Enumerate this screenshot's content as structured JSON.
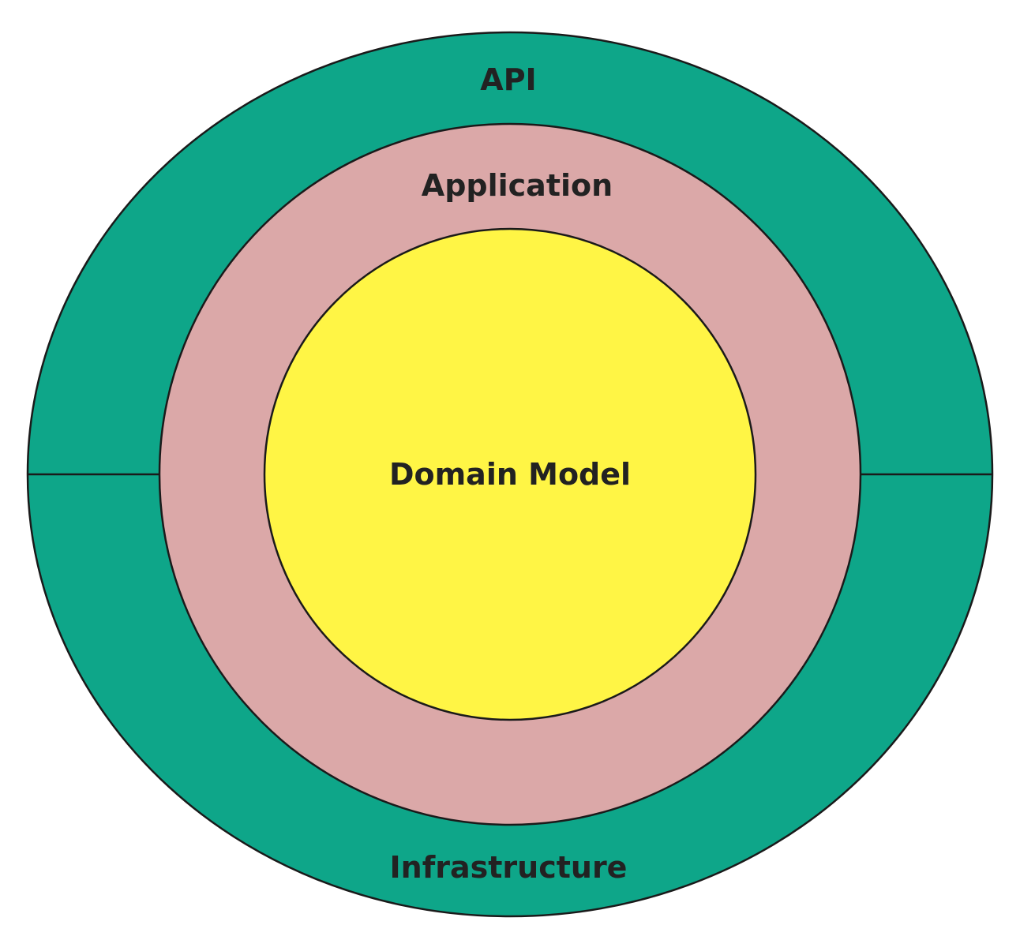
{
  "colors": {
    "outer_ring": "#0EA689",
    "middle_ring": "#DBA8A8",
    "inner_circle": "#FFF545",
    "stroke": "#1A1A1A",
    "label": "#222222"
  },
  "layers": {
    "outer_top": {
      "label": "API"
    },
    "outer_bottom": {
      "label": "Infrastructure"
    },
    "middle": {
      "label": "Application"
    },
    "core": {
      "label": "Domain Model"
    }
  }
}
